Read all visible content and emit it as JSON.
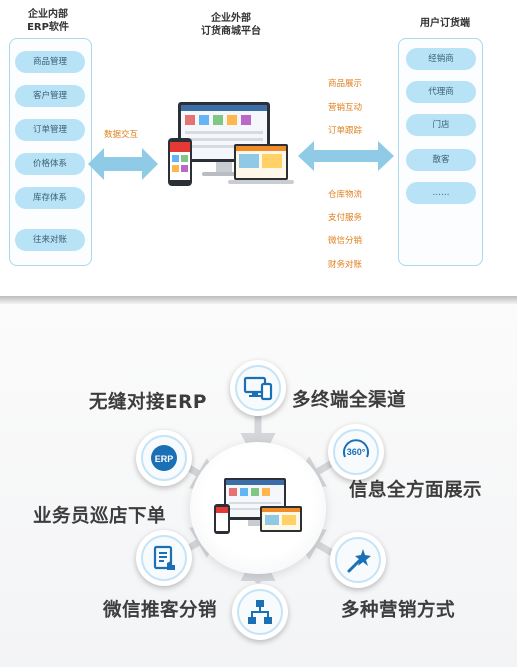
{
  "top": {
    "left_title": [
      "企业内部",
      "ERP软件"
    ],
    "center_title": [
      "企业外部",
      "订货商城平台"
    ],
    "right_title": "用户订货端",
    "left_items": [
      "商品管理",
      "客户管理",
      "订单管理",
      "价格体系",
      "库存体系",
      "往来对账"
    ],
    "data_exchange": "数据交互",
    "upper_features": [
      "商品展示",
      "营销互动",
      "订单跟踪"
    ],
    "lower_features": [
      "仓库物流",
      "支付服务",
      "微信分销",
      "财务对账"
    ],
    "right_items": [
      "经销商",
      "代理商",
      "门店",
      "散客",
      "……"
    ]
  },
  "bottom": {
    "features": {
      "erp": "无缝对接ERP",
      "multi_terminal": "多终端全渠道",
      "info_display": "信息全方面展示",
      "salesman": "业务员巡店下单",
      "wechat": "微信推客分销",
      "marketing": "多种营销方式"
    },
    "erp_badge": "ERP",
    "badge_360": "360°"
  },
  "colors": {
    "pill_bg": "#b8e3f6",
    "orange_text": "#e07f1c",
    "icon_blue": "#1a6fb5",
    "arrow_blue": "#8fcbe6"
  }
}
